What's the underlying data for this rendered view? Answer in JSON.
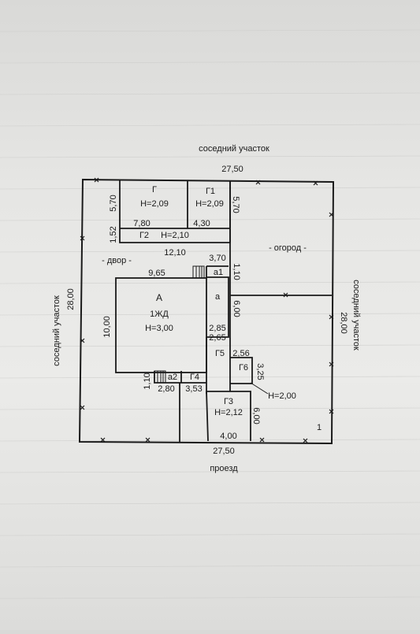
{
  "top_label": "соседний участок",
  "bottom_label": "проезд",
  "left_label": "соседний участок",
  "right_label": "соседний участок",
  "dims": {
    "top": "27,50",
    "bottom": "27,50",
    "left": "28,00",
    "right": "28,00",
    "g_height": "5,70",
    "g_width": "7,80",
    "g1_width": "4,30",
    "g1_height": "5,70",
    "g2_height": "1,52",
    "yard_width": "12,10",
    "a1_width": "3,70",
    "house_width": "9,65",
    "a1_height": "1,10",
    "house_height": "10,00",
    "a_height": "6,00",
    "a_width_top": "2,85",
    "a_width_bottom": "2,65",
    "g6_width": "2,56",
    "g6_height": "3,25",
    "a2_height": "1,10",
    "a2_width": "2,80",
    "g4_width": "3,53",
    "g3_height": "6,00",
    "g3_width": "4,00"
  },
  "rooms": {
    "g": "Г",
    "g_h": "Н=2,09",
    "g1": "Г1",
    "g1_h": "Н=2,09",
    "g2": "Г2",
    "g2_h": "Н=2,10",
    "house": "А",
    "house_type": "1ЖД",
    "house_h": "Н=3,00",
    "a": "а",
    "a1": "а1",
    "a2": "а2",
    "g4": "Г4",
    "g5": "Г5",
    "g6": "Г6",
    "g6_h": "Н=2,00",
    "g3": "Г3",
    "g3_h": "Н=2,12"
  },
  "areas": {
    "yard": "- двор -",
    "garden": "- огород -"
  },
  "corner_mark": "1"
}
